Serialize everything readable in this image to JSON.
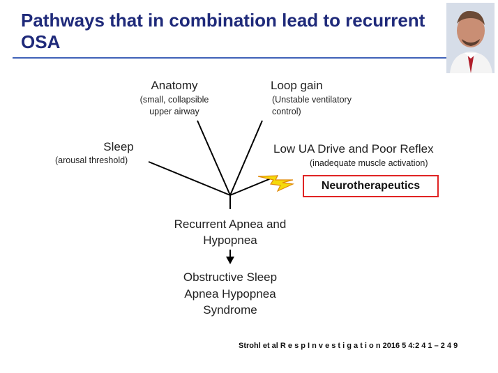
{
  "title": "Pathways that in combination lead to recurrent OSA",
  "portrait_alt": "presenter-photo",
  "diagram": {
    "anatomy": {
      "label": "Anatomy",
      "detail_line1": "(small, collapsible",
      "detail_line2": "upper airway"
    },
    "loop_gain": {
      "label": "Loop gain",
      "detail_line1": "(Unstable ventilatory",
      "detail_line2": "control)"
    },
    "sleep": {
      "label": "Sleep",
      "detail": "(arousal threshold)"
    },
    "ua_drive": {
      "label": "Low UA Drive and Poor Reflex",
      "detail": "(inadequate muscle activation)"
    },
    "neurotherapeutics": "Neurotherapeutics",
    "recurrent_line1": "Recurrent Apnea and",
    "recurrent_line2": "Hypopnea",
    "osa_line1": "Obstructive Sleep",
    "osa_line2": "Apnea Hypopnea",
    "osa_line3": "Syndrome"
  },
  "colors": {
    "title": "#1f2a7a",
    "rule": "#3f62b8",
    "box_border": "#e02424",
    "lightning_fill": "#f5d90a",
    "lightning_stroke": "#e08a0a"
  },
  "citation": "Strohl et al R e s p   I n v e s t i g a t i o n 2016 5 4:2 4 1 – 2 4 9"
}
